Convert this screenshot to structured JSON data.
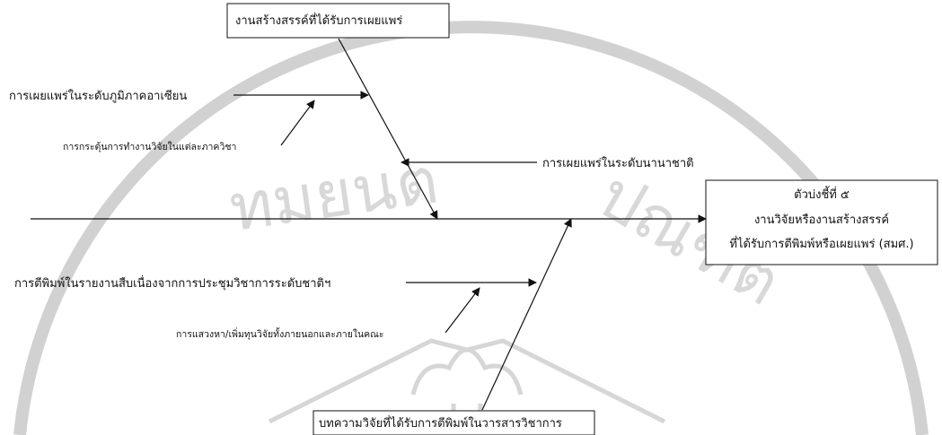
{
  "diagram": {
    "type": "fishbone",
    "effect": {
      "line1": "ตัวบ่งชี้ที่ ๕",
      "line2": "งานวิจัยหรืองานสร้างสรรค์",
      "line3": "ที่ได้รับการตีพิมพ์หรือเผยแพร่ (สมศ.)"
    },
    "categories": {
      "top": "งานสร้างสรรค์ที่ได้รับการเผยแพร่",
      "bottom": "บทความวิจัยที่ได้รับการตีพิมพ์ในวารสารวิชาการ"
    },
    "causes": {
      "asean": "การเผยแพร่ในระดับภูมิภาคอาเซียน",
      "stimulate": "การกระตุ้นการทำงานวิจัยในแต่ละภาควิชา",
      "international": "การเผยแพร่ในระดับนานาชาติ",
      "proceedings": "การตีพิมพ์ในรายงานสืบเนื่องจากการประชุมวิชาการระดับชาติฯ",
      "funding": "การแสวงหา/เพิ่มทุนวิจัยทั้งภายนอกและภายในคณะ"
    }
  },
  "watermark": {
    "text_left": "ทมยนต",
    "text_right": "ปณฑต",
    "color": "#c9c9c9"
  },
  "colors": {
    "line": "#111111",
    "box_border": "#111111",
    "background": "#ffffff"
  }
}
